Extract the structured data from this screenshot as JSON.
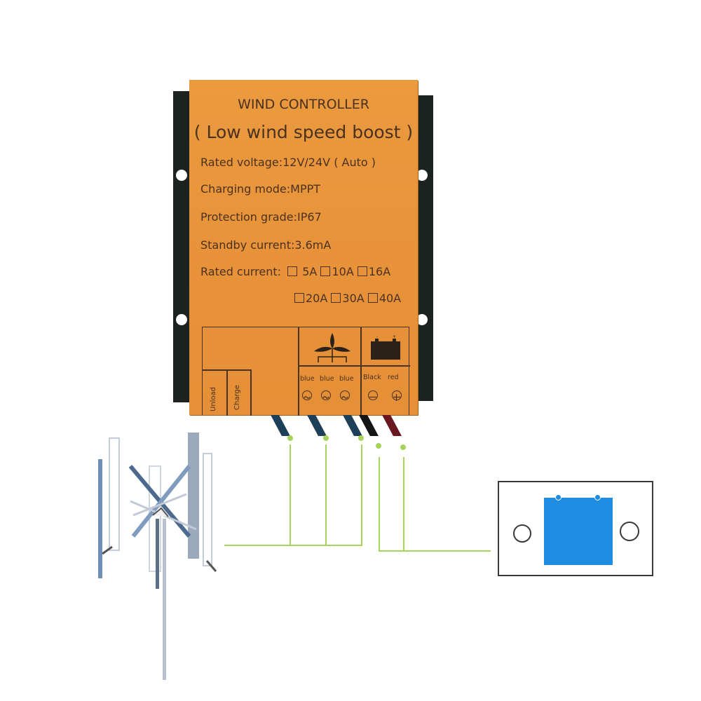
{
  "controller": {
    "title": "WIND CONTROLLER",
    "subtitle": "( Low wind speed boost )",
    "specs": [
      {
        "label": "Rated voltage:",
        "value": "12V/24V ( Auto )"
      },
      {
        "label": "Charging mode:",
        "value": "MPPT"
      },
      {
        "label": "Protection grade:",
        "value": "IP67"
      },
      {
        "label": "Standby current:",
        "value": "3.6mA"
      }
    ],
    "rated_current_label": "Rated current:",
    "rated_current_options_row1": [
      "5A",
      "10A",
      "16A"
    ],
    "rated_current_options_row2": [
      "20A",
      "30A",
      "40A"
    ],
    "terminals": {
      "unload_label": "Unload",
      "charge_label": "Charge",
      "wind_wires": [
        "blue",
        "blue",
        "blue"
      ],
      "battery_wires": [
        "Black",
        "red"
      ]
    },
    "colors": {
      "body": "#e8933a",
      "text": "#4a3120",
      "plate": "#1c2220",
      "wire_green": "#a8d35a",
      "battery_blue": "#1e8ce0"
    }
  },
  "diagram": {
    "left_device": "vertical-axis-wind-turbine",
    "right_device": "battery"
  }
}
